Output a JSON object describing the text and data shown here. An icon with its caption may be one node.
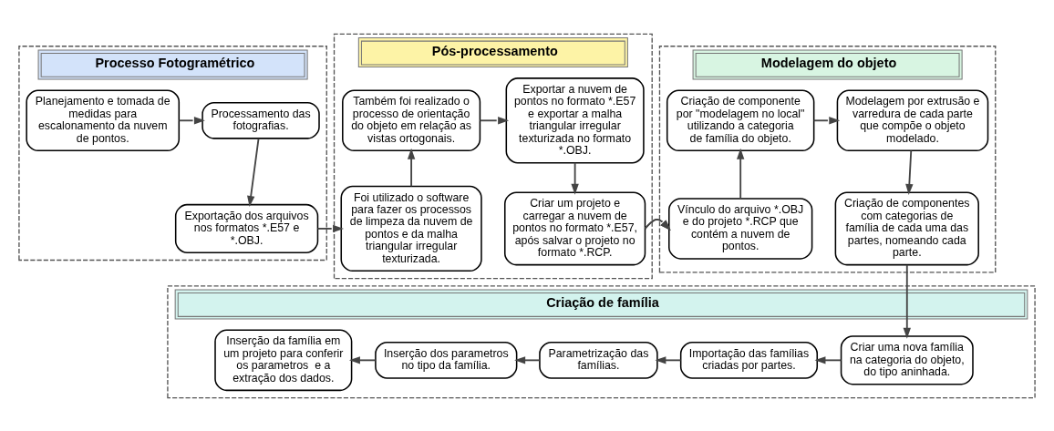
{
  "diagram": {
    "nodes": [
      {
        "text": [
          "Processo Fotogramétrico"
        ]
      },
      {
        "text": [
          "Planejamento e tomada de medidas para escalonamento da nuvem de pontos."
        ],
        "in": 0
      },
      {
        "text": [
          "Processamento das fotografias."
        ],
        "in": 0
      },
      {
        "text": [
          "Exportação dos arquivos nos formatos *.E57 e *.OBJ."
        ],
        "in": 0
      },
      {
        "text": [
          "Pós-processamento"
        ]
      },
      {
        "text": [
          "Também foi realizado o processo de orientação do objeto em relação as vistas ortogonais."
        ],
        "in": 4
      },
      {
        "text": [
          "Exportar a nuvem de pontos no formato *.E57 e exportar a malha triangular irregular texturizada no formato *.OBJ."
        ],
        "in": 4
      },
      {
        "text": [
          "Foi utilizado o software para fazer os processos de limpeza da nuvem de pontos e da malha triangular irregular texturizada."
        ],
        "in": 4
      },
      {
        "text": [
          "Criar um projeto e carregar a nuvem de pontos no formato *.E57, após salvar o projeto no formato *.RCP."
        ],
        "in": 4
      },
      {
        "text": [
          "Modelagem do objeto"
        ]
      },
      {
        "text": [
          "Criação de componente por \"modelagem no local\" utilizando a categoria de família do objeto."
        ],
        "in": 9
      },
      {
        "text": [
          "Modelagem por extrusão e varredura de cada parte que compõe o objeto modelado."
        ],
        "in": 9
      },
      {
        "text": [
          "Vínculo do arquivo *.OBJ e do projeto *.RCP que contém a nuvem de pontos."
        ],
        "in": 9
      },
      {
        "text": [
          "Criação de componentes com categorias de família de cada uma das partes, nomeando cada parte."
        ],
        "in": 9
      },
      {
        "text": [
          "Criação de família"
        ]
      },
      {
        "text": [
          "Inserção da família em um projeto para conferir os parametros  e a extração dos dados."
        ],
        "in": 14
      },
      {
        "text": [
          "Inserção dos parametros no tipo da família."
        ],
        "in": 14
      },
      {
        "text": [
          "Parametrização das famílias."
        ],
        "in": 14
      },
      {
        "text": [
          "Importação das famílias criadas por partes."
        ],
        "in": 14
      },
      {
        "text": [
          "Criar uma nova família na categoria do objeto, do tipo aninhada."
        ],
        "in": 14
      }
    ],
    "edges": [
      {
        "from": 1,
        "to": 2,
        "arrow": "to"
      },
      {
        "from": 2,
        "to": 3,
        "arrow": "to"
      },
      {
        "from": 3,
        "to": 7,
        "arrow": "to"
      },
      {
        "from": 7,
        "to": 5,
        "arrow": "to"
      },
      {
        "from": 5,
        "to": 6,
        "arrow": "to"
      },
      {
        "from": 6,
        "to": 8,
        "arrow": "to"
      },
      {
        "from": 8,
        "to": 12,
        "arrow": "to"
      },
      {
        "from": 12,
        "to": 10,
        "arrow": "to"
      },
      {
        "from": 10,
        "to": 11,
        "arrow": "to"
      },
      {
        "from": 11,
        "to": 13,
        "arrow": "to"
      },
      {
        "from": 13,
        "to": 19,
        "arrow": "to"
      },
      {
        "from": 19,
        "to": 18,
        "arrow": "to"
      },
      {
        "from": 18,
        "to": 17,
        "arrow": "to"
      },
      {
        "from": 17,
        "to": 16,
        "arrow": "to"
      },
      {
        "from": 16,
        "to": 15,
        "arrow": "to"
      }
    ]
  }
}
